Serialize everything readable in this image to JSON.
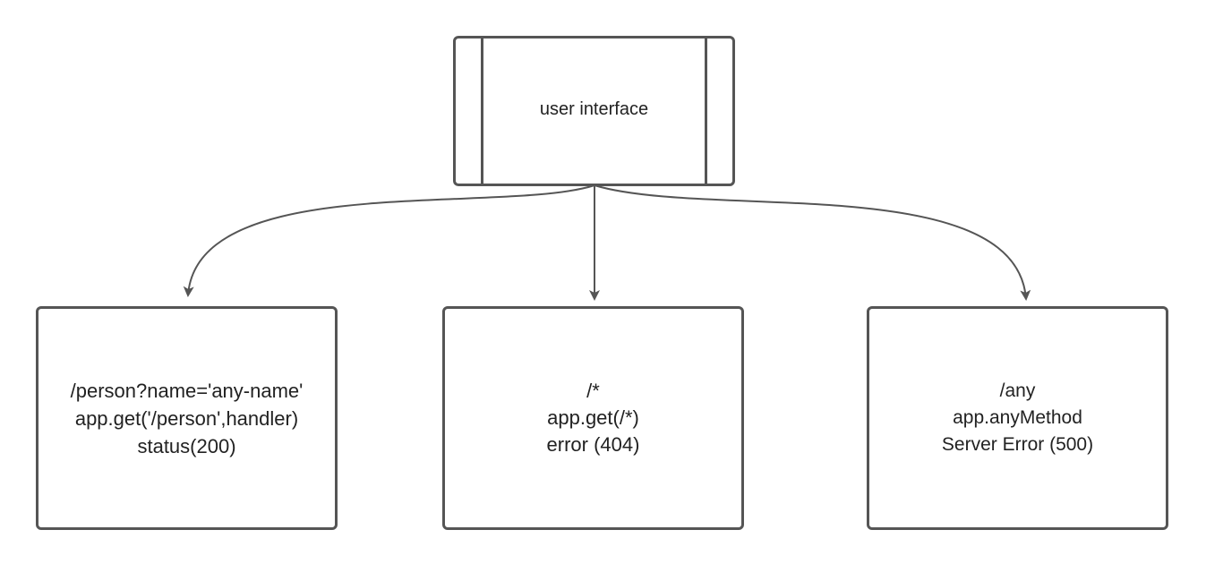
{
  "diagram": {
    "root": {
      "label": "user interface"
    },
    "children": [
      {
        "lines": [
          "/person?name='any-name'",
          "app.get('/person',handler)",
          "status(200)"
        ]
      },
      {
        "lines": [
          "/*",
          "app.get(/*)",
          "error (404)"
        ]
      },
      {
        "lines": [
          "/any",
          "app.anyMethod",
          "Server Error (500)"
        ]
      }
    ],
    "edges": [
      {
        "from": "root",
        "to": "child-0"
      },
      {
        "from": "root",
        "to": "child-1"
      },
      {
        "from": "root",
        "to": "child-2"
      }
    ],
    "colors": {
      "stroke": "#555555",
      "text": "#222222",
      "background": "#ffffff"
    }
  }
}
